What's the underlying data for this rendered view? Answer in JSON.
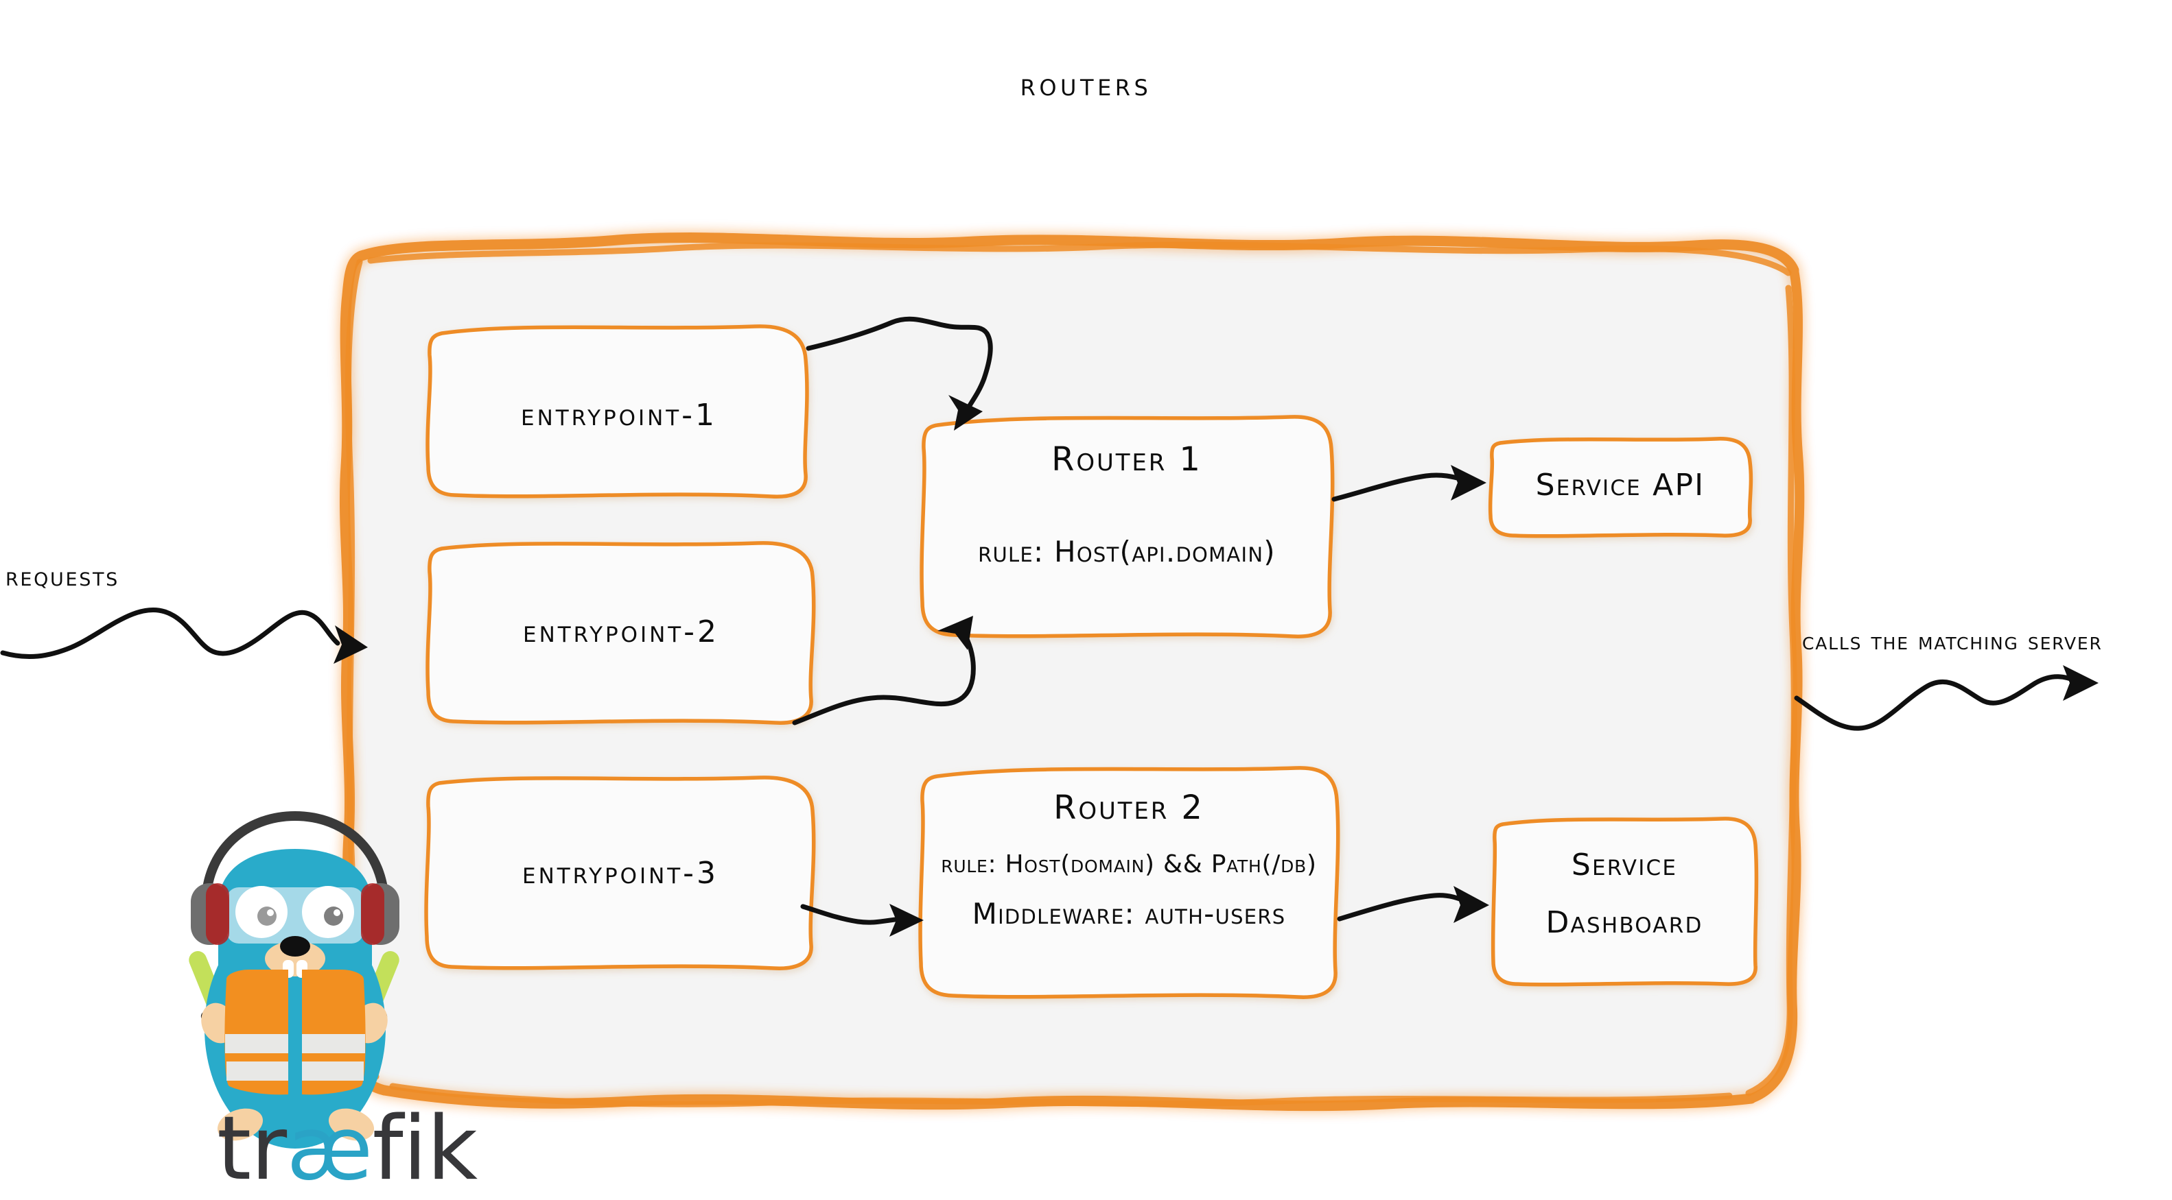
{
  "diagram": {
    "title": "Routers",
    "brand": "traefik",
    "brand_parts": {
      "pre": "tr",
      "ae": "æ",
      "post": "fik"
    },
    "colors": {
      "accent_orange": "#ee8c26",
      "panel_fill": "#f4f4f4",
      "box_fill": "#fbfbfb",
      "ink": "#0d0d0d",
      "gopher_body": "#29ABCA",
      "gopher_vest": "#F28F20",
      "gopher_stripe": "#E8E8E6",
      "gopher_skin": "#F6D1A3",
      "headphone_gray": "#6E6E6E",
      "headphone_red": "#B02020",
      "glow_stick": "#C3E05A",
      "wordmark_dark": "#37373a",
      "wordmark_cyan": "#2aa3c6"
    }
  },
  "labels": {
    "requests": "Requests",
    "calls_matching_server": "Calls the matching server"
  },
  "entrypoints": [
    {
      "id": "entrypoint-1",
      "label": "entrypoint-1"
    },
    {
      "id": "entrypoint-2",
      "label": "entrypoint-2"
    },
    {
      "id": "entrypoint-3",
      "label": "entrypoint-3"
    }
  ],
  "routers": [
    {
      "id": "router-1",
      "title": "Router 1",
      "rule": "rule: Host(api.domain)",
      "middleware": null
    },
    {
      "id": "router-2",
      "title": "Router 2",
      "rule": "rule: Host(domain) && Path(/db)",
      "middleware": "Middleware: auth-users"
    }
  ],
  "services": [
    {
      "id": "service-api",
      "line1": "Service API",
      "line2": null
    },
    {
      "id": "service-dashboard",
      "line1": "Service",
      "line2": "Dashboard"
    }
  ],
  "connections": [
    {
      "id": "requests-to-panel",
      "from": "requests",
      "to": "routers-panel"
    },
    {
      "id": "entrypoint-1-to-router-1",
      "from": "entrypoint-1",
      "to": "router-1"
    },
    {
      "id": "entrypoint-2-to-router-1",
      "from": "entrypoint-2",
      "to": "router-1"
    },
    {
      "id": "entrypoint-3-to-router-2",
      "from": "entrypoint-3",
      "to": "router-2"
    },
    {
      "id": "router-1-to-service-api",
      "from": "router-1",
      "to": "service-api"
    },
    {
      "id": "router-2-to-service-dashboard",
      "from": "router-2",
      "to": "service-dashboard"
    },
    {
      "id": "panel-to-server",
      "from": "routers-panel",
      "to": "matching-server"
    }
  ]
}
